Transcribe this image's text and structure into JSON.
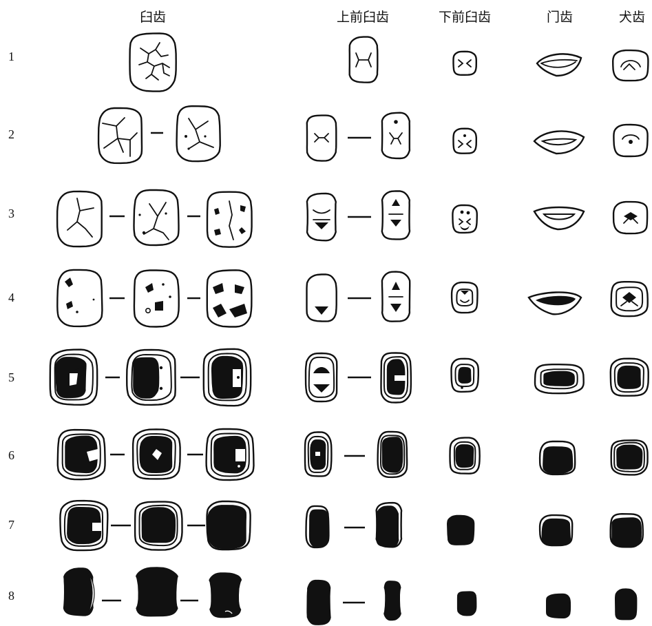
{
  "headers": {
    "molars": "臼齿",
    "upper_premolars": "上前臼齿",
    "lower_premolars": "下前臼齿",
    "incisors": "门齿",
    "canines": "犬齿"
  },
  "row_labels": [
    "1",
    "2",
    "3",
    "4",
    "5",
    "6",
    "7",
    "8"
  ],
  "colors": {
    "ink": "#111111",
    "paper": "#ffffff"
  }
}
